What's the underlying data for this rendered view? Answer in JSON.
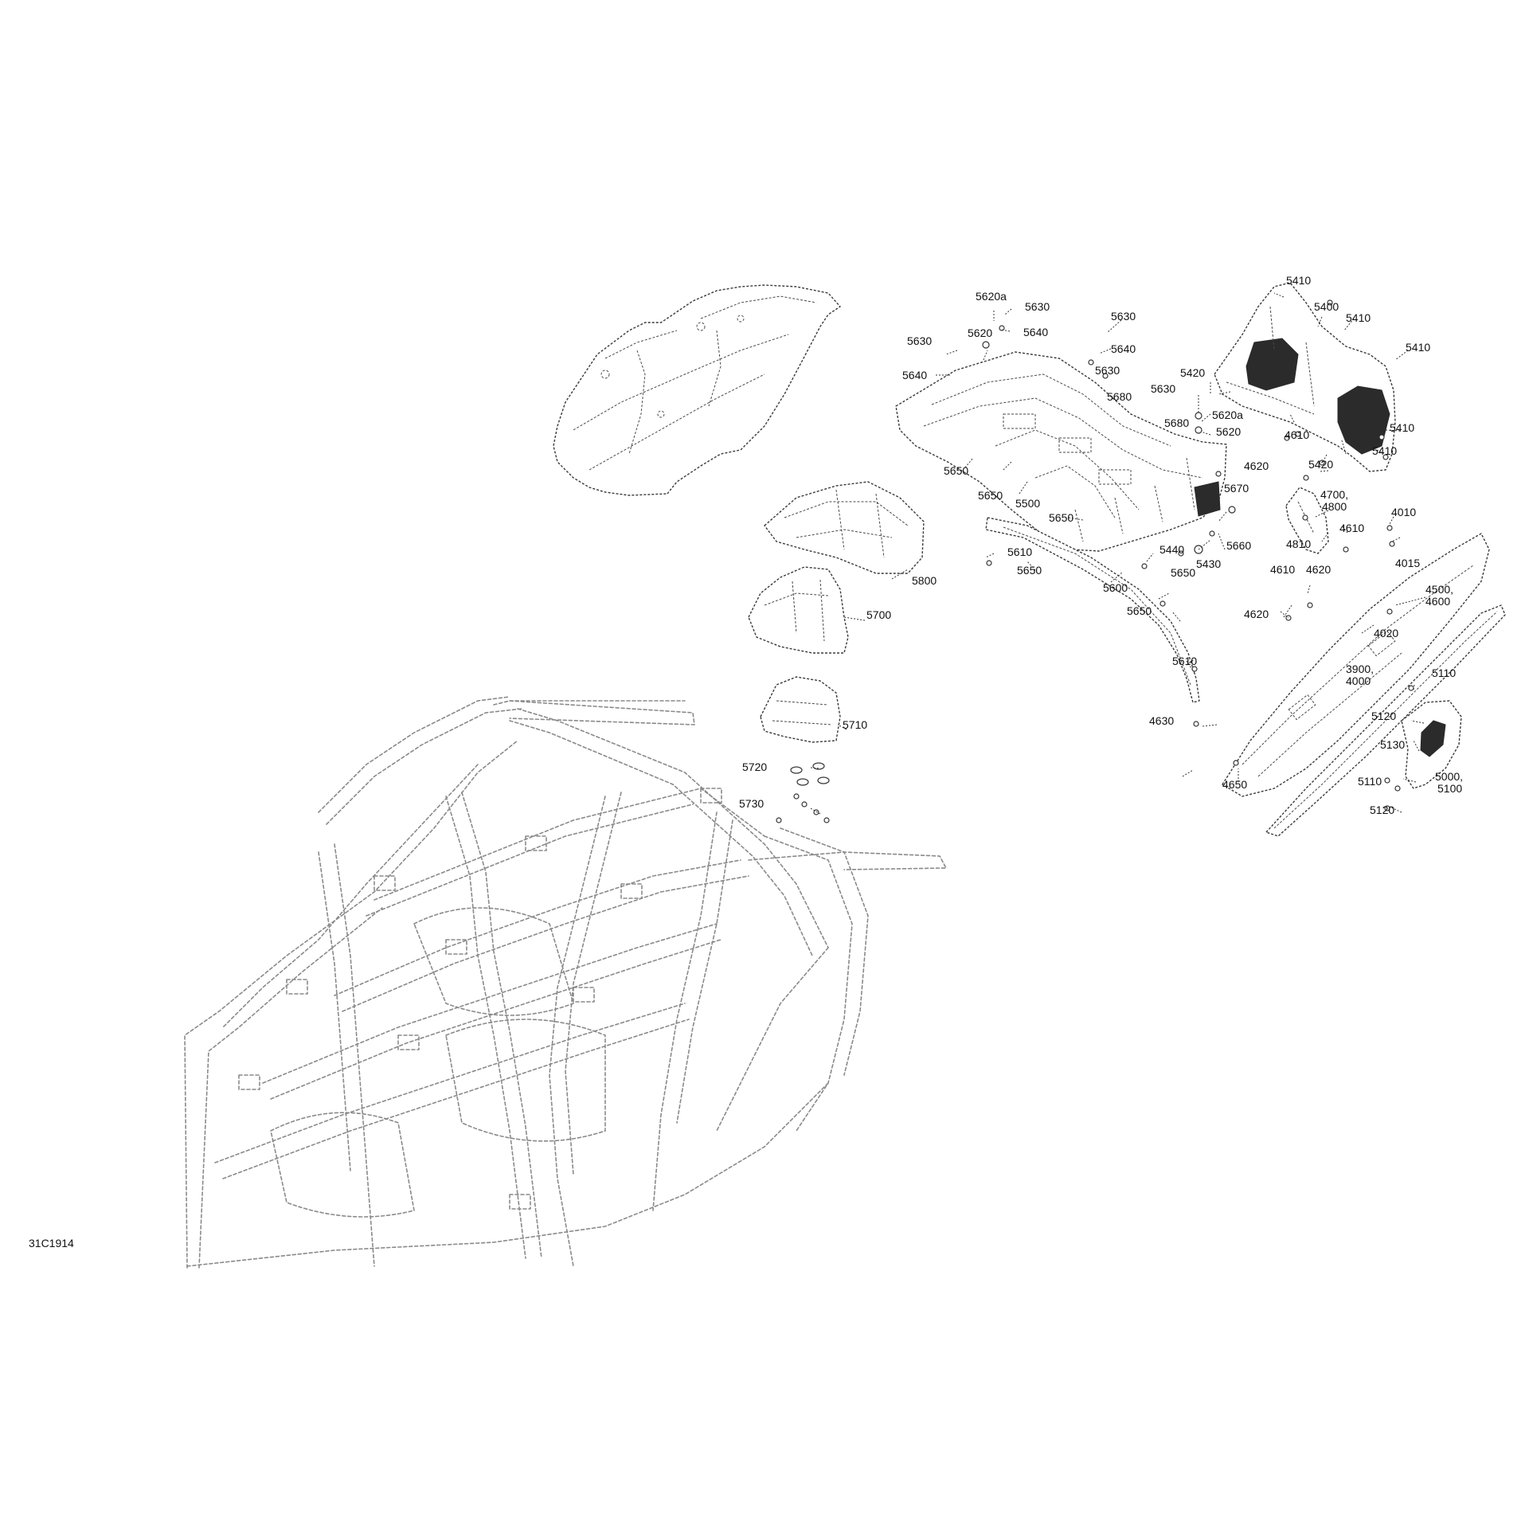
{
  "figure_id": "31C1914",
  "callouts": [
    {
      "id": "c5620a-top",
      "label": "5620a"
    },
    {
      "id": "c5630-a",
      "label": "5630"
    },
    {
      "id": "c5640-a",
      "label": "5640"
    },
    {
      "id": "c5620-a",
      "label": "5620"
    },
    {
      "id": "c5630-b",
      "label": "5630"
    },
    {
      "id": "c5640-b",
      "label": "5640"
    },
    {
      "id": "c5630-c",
      "label": "5630"
    },
    {
      "id": "c5640-c",
      "label": "5640"
    },
    {
      "id": "c5630-d",
      "label": "5630"
    },
    {
      "id": "c5680-a",
      "label": "5680"
    },
    {
      "id": "c5630-e",
      "label": "5630"
    },
    {
      "id": "c5680-b",
      "label": "5680"
    },
    {
      "id": "c5420-a",
      "label": "5420"
    },
    {
      "id": "c5620a-b",
      "label": "5620a"
    },
    {
      "id": "c5620-b",
      "label": "5620"
    },
    {
      "id": "c5650-a",
      "label": "5650"
    },
    {
      "id": "c5650-b",
      "label": "5650"
    },
    {
      "id": "c5500",
      "label": "5500"
    },
    {
      "id": "c5650-c",
      "label": "5650"
    },
    {
      "id": "c5670",
      "label": "5670"
    },
    {
      "id": "c5440",
      "label": "5440"
    },
    {
      "id": "c5660",
      "label": "5660"
    },
    {
      "id": "c5430",
      "label": "5430"
    },
    {
      "id": "c5610-a",
      "label": "5610"
    },
    {
      "id": "c5650-d",
      "label": "5650"
    },
    {
      "id": "c5650-e",
      "label": "5650"
    },
    {
      "id": "c5600",
      "label": "5600"
    },
    {
      "id": "c5650-f",
      "label": "5650"
    },
    {
      "id": "c5610-b",
      "label": "5610"
    },
    {
      "id": "c5800",
      "label": "5800"
    },
    {
      "id": "c5700",
      "label": "5700"
    },
    {
      "id": "c5710",
      "label": "5710"
    },
    {
      "id": "c5720",
      "label": "5720"
    },
    {
      "id": "c5730",
      "label": "5730"
    },
    {
      "id": "c5410-a",
      "label": "5410"
    },
    {
      "id": "c5400",
      "label": "5400"
    },
    {
      "id": "c5410-b",
      "label": "5410"
    },
    {
      "id": "c5410-c",
      "label": "5410"
    },
    {
      "id": "c5410-d",
      "label": "5410"
    },
    {
      "id": "c5410-e",
      "label": "5410"
    },
    {
      "id": "c5420-b",
      "label": "5420"
    },
    {
      "id": "c4610-a",
      "label": "4610"
    },
    {
      "id": "c4620-a",
      "label": "4620"
    },
    {
      "id": "c4700",
      "label": "4700,"
    },
    {
      "id": "c4800",
      "label": "4800"
    },
    {
      "id": "c4810",
      "label": "4810"
    },
    {
      "id": "c4610-b",
      "label": "4610"
    },
    {
      "id": "c4010",
      "label": "4010"
    },
    {
      "id": "c4015",
      "label": "4015"
    },
    {
      "id": "c4610-c",
      "label": "4610"
    },
    {
      "id": "c4620-b",
      "label": "4620"
    },
    {
      "id": "c4500",
      "label": "4500,"
    },
    {
      "id": "c4600",
      "label": "4600"
    },
    {
      "id": "c4620-c",
      "label": "4620"
    },
    {
      "id": "c4020",
      "label": "4020"
    },
    {
      "id": "c3900",
      "label": "3900,"
    },
    {
      "id": "c4000",
      "label": "4000"
    },
    {
      "id": "c5110-a",
      "label": "5110"
    },
    {
      "id": "c5120-a",
      "label": "5120"
    },
    {
      "id": "c5130",
      "label": "5130"
    },
    {
      "id": "c5110-b",
      "label": "5110"
    },
    {
      "id": "c5000",
      "label": "5000,"
    },
    {
      "id": "c5100",
      "label": "5100"
    },
    {
      "id": "c5120-b",
      "label": "5120"
    },
    {
      "id": "c4630",
      "label": "4630"
    },
    {
      "id": "c4650",
      "label": "4650"
    }
  ]
}
